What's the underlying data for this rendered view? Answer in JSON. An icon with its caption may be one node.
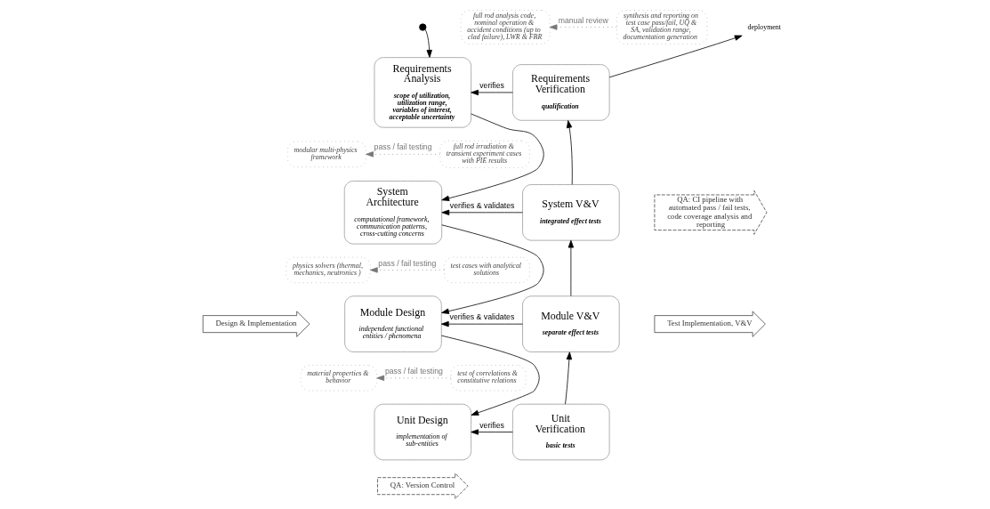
{
  "diagram": {
    "nodes": [
      {
        "text": [],
        "shape": "circle"
      },
      {
        "text": [
          "full rod analysis code, nominal operation & accident conditions (up to clad failure), LWR & FBR"
        ]
      },
      {
        "text": [
          "synthesis and reporting on test case pass/fail, UQ & SA, validation range, documentation generation"
        ]
      },
      {
        "text": [
          "deployment"
        ]
      },
      {
        "text": [
          "Requirements Analysis",
          "scope of utilization, utilization range, variables of interest, acceptable uncertainty"
        ]
      },
      {
        "text": [
          "Requirements Verification",
          "qualification"
        ]
      },
      {
        "text": [
          "modular multi-physics framework"
        ]
      },
      {
        "text": [
          "full rod irradiation & transient experiment cases with PIE results"
        ]
      },
      {
        "text": [
          "QA: CI pipeline with automated pass / fail tests, code coverage analysis and reporting"
        ]
      },
      {
        "text": [
          "System Architecture",
          "computational framework, communication patterns, cross-cutting concerns"
        ]
      },
      {
        "text": [
          "System V&V",
          "integrated effect tests"
        ]
      },
      {
        "text": [
          "Design & Implementation"
        ]
      },
      {
        "text": [
          "physics solvers (thermal, mechanics, neutronics )"
        ]
      },
      {
        "text": [
          "test cases with analytical solutions"
        ]
      },
      {
        "text": [
          "Module Design",
          "independent functional entities / phenomena"
        ]
      },
      {
        "text": [
          "Module V&V",
          "separate effect tests"
        ]
      },
      {
        "text": [
          "Test Implementation, V&V"
        ]
      },
      {
        "text": [
          "material properties & behavior"
        ]
      },
      {
        "text": [
          "test of correlations & constitutive relations"
        ]
      },
      {
        "text": [
          "Unit Design",
          "implementation of sub-entities"
        ]
      },
      {
        "text": [
          "Unit Verification",
          "basic tests"
        ]
      },
      {
        "text": [
          "QA: Version Control"
        ]
      }
    ],
    "edges": [
      {
        "from": 0,
        "to": 4,
        "arrow": "to"
      },
      {
        "from": 4,
        "to": 9,
        "arrow": "to"
      },
      {
        "from": 9,
        "to": 14,
        "arrow": "to"
      },
      {
        "from": 14,
        "to": 19,
        "arrow": "to"
      },
      {
        "from": 20,
        "to": 15,
        "arrow": "to"
      },
      {
        "from": 15,
        "to": 10,
        "arrow": "to"
      },
      {
        "from": 10,
        "to": 5,
        "arrow": "to"
      },
      {
        "from": 5,
        "to": 3,
        "arrow": "to"
      },
      {
        "from": 5,
        "to": 4,
        "arrow": "to",
        "label": "verifies"
      },
      {
        "from": 10,
        "to": 9,
        "arrow": "to",
        "label": "verifies & validates"
      },
      {
        "from": 15,
        "to": 14,
        "arrow": "to",
        "label": "verifies & validates"
      },
      {
        "from": 20,
        "to": 19,
        "arrow": "to",
        "label": "verifies"
      },
      {
        "from": 2,
        "to": 1,
        "arrow": "to",
        "label": "manual review",
        "style": "dashed",
        "color": "#777777"
      },
      {
        "from": 7,
        "to": 6,
        "arrow": "to",
        "label": "pass / fail testing",
        "style": "dashed",
        "color": "#777777"
      },
      {
        "from": 13,
        "to": 12,
        "arrow": "to",
        "label": "pass / fail testing",
        "style": "dashed",
        "color": "#777777"
      },
      {
        "from": 18,
        "to": 17,
        "arrow": "to",
        "label": "pass / fail testing",
        "style": "dashed",
        "color": "#777777"
      }
    ]
  }
}
